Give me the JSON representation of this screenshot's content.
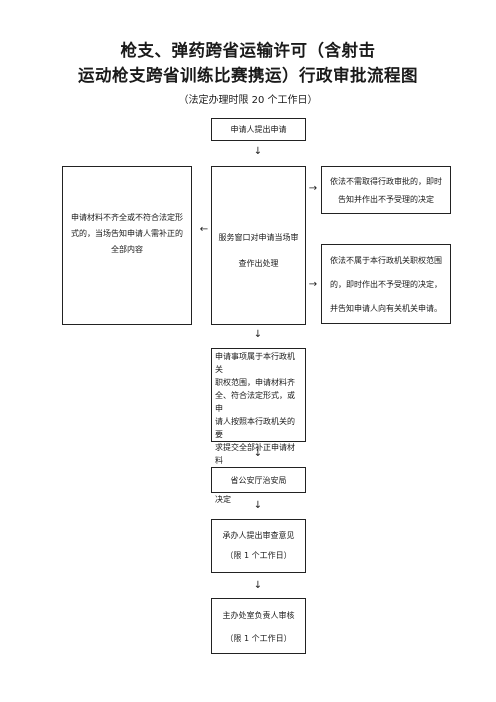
{
  "title_line1": "枪支、弹药跨省运输许可（含射击",
  "title_line2": "运动枪支跨省训练比赛携运）行政审批流程图",
  "subtitle": "（法定办理时限 20 个工作日）",
  "arrows": {
    "down": "↓",
    "left": "←",
    "right": "→"
  },
  "nodes": {
    "apply": "申请人提出申请",
    "window": "服务窗口对申请当场审\n查作出处理",
    "incomplete": "申请材料不齐全或不符合法定形\n式的，当场告知申请人需补正的\n全部内容",
    "no_permit": "依法不需取得行政审批的，即时\n告知并作出不予受理的决定",
    "out_of_scope": "依法不属于本行政机关职权范围\n的，即时作出不予受理的决定，\n并告知申请人向有关机关申请。",
    "accept": "申请事项属于本行政机关\n职权范围，申请材料齐\n全、符合法定形式，或申\n请人按照本行政机关的要\n求提交全部补正申请材料\n的，即时作出予以受理的\n决定",
    "bureau": "省公安厅治安局",
    "handler": "承办人提出审查意见\n（限 1 个工作日）",
    "head": "主办处室负责人审核\n（限 1 个工作日）"
  }
}
